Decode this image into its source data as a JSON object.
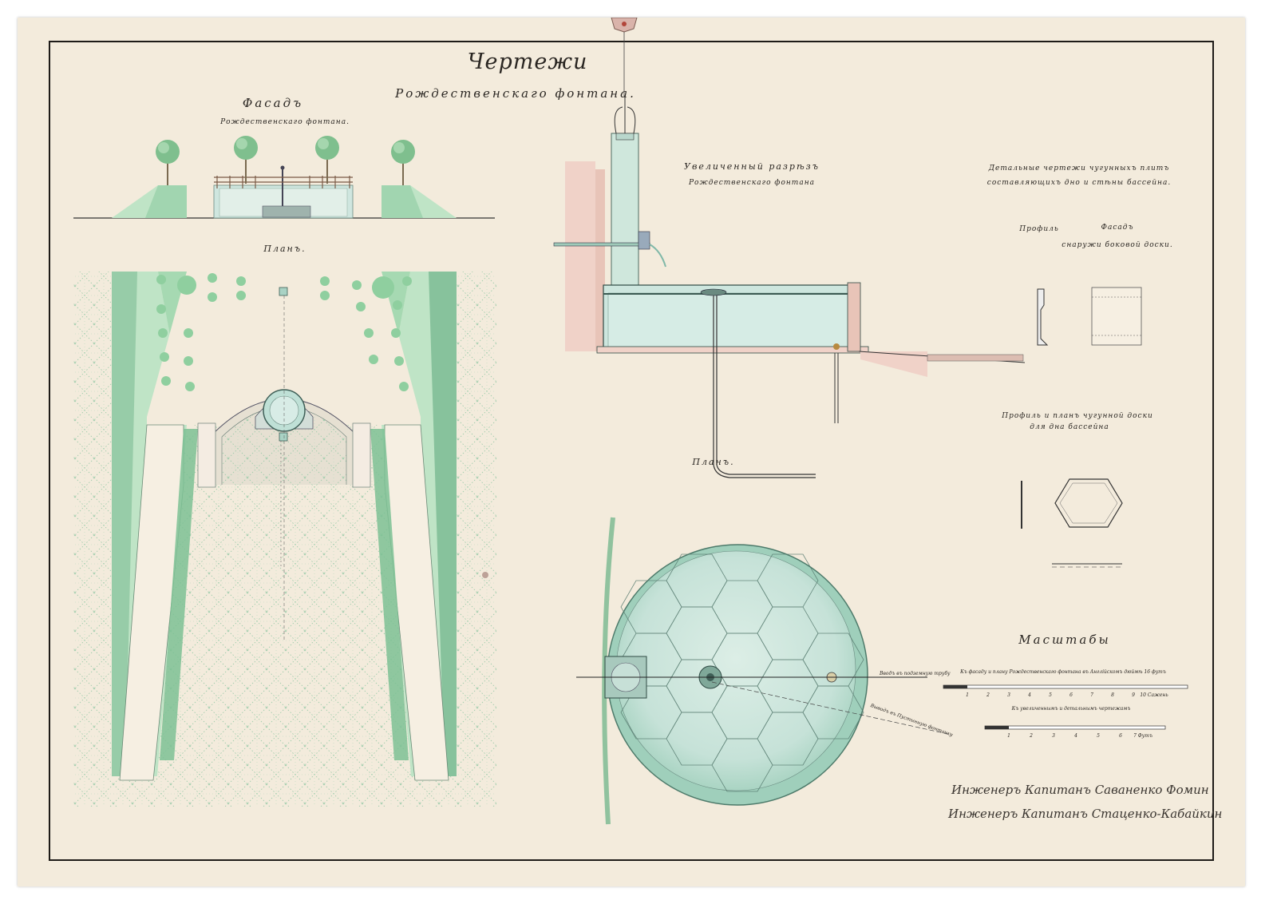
{
  "title": "Чертежи",
  "subtitle": "Рождественскаго фонтана.",
  "facade": {
    "title": "Фасадъ",
    "subtitle": "Рождественскаго фонтана."
  },
  "plan_left": {
    "title": "Планъ."
  },
  "section": {
    "title": "Увеличенный разрѣзъ",
    "subtitle": "Рождественскаго фонтана"
  },
  "plan_right": {
    "title": "Планъ."
  },
  "details": {
    "title_line1": "Детальные чертежи чугунныхъ плитъ",
    "title_line2": "составляющихъ дно и стѣны бассейна.",
    "profile": "Профиль",
    "facade": "Фасадъ",
    "facade_sub": "снаружи боковой доски.",
    "bottom_line1": "Профиль и планъ чугунной доски",
    "bottom_line2": "для дна бассейна"
  },
  "scales": {
    "title": "Масштабы",
    "line1": "Къ фасаду и плану Рождественскаго фонтана въ Англiйскомъ дюймѣ 16 футъ",
    "line2": "Къ увеличеннымъ и детальнымъ чертежамъ",
    "ticks1": [
      "1",
      "2",
      "3",
      "4",
      "5",
      "6",
      "7",
      "8",
      "9",
      "10 Сажень"
    ],
    "ticks2": [
      "1",
      "2",
      "3",
      "4",
      "5",
      "6",
      "7 Футъ"
    ]
  },
  "pipes": {
    "inlet": "Вводъ въ подземную трубу",
    "outlet": "Выводъ въ Пустынную фонтанку"
  },
  "signatures": {
    "line1": "Инженеръ Капитанъ Саваненко Фомин",
    "line2": "Инженеръ Капитанъ Стаценко-Кабайкин"
  },
  "colors": {
    "paper": "#f3ebdc",
    "green": "#a8d8b0",
    "green_dark": "#6fb48a",
    "pink": "#ecc8bf",
    "ink": "#2a2622",
    "water": "#c9e3d8"
  }
}
